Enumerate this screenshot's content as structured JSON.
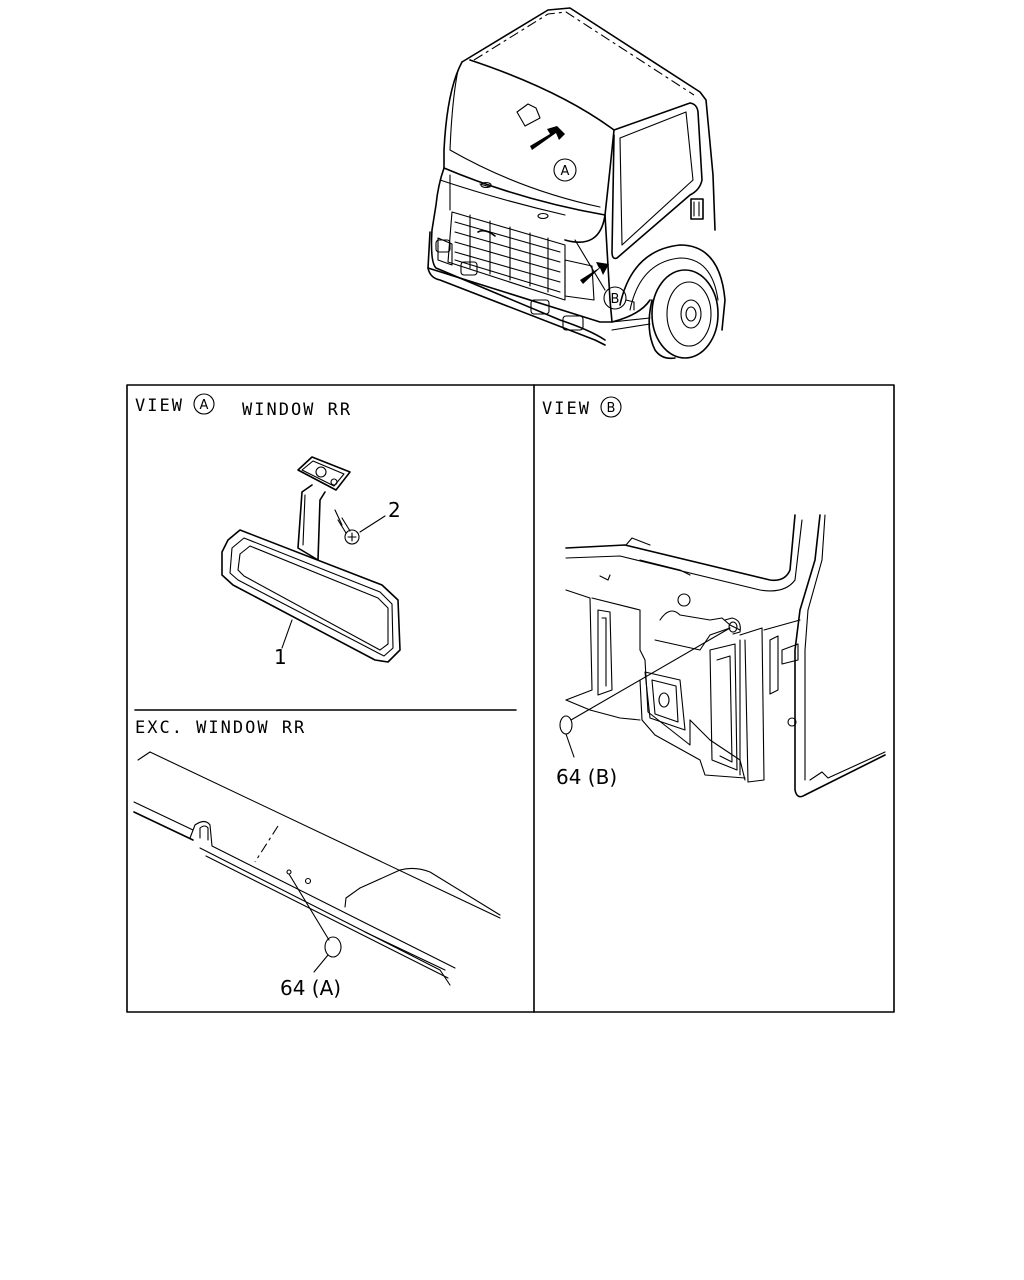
{
  "overview": {
    "arrow_a_label": "A",
    "arrow_b_label": "B"
  },
  "panel_view_a": {
    "view_word": "VIEW",
    "view_letter": "A",
    "subtitle": "WINDOW RR",
    "callout_1": "1",
    "callout_2": "2"
  },
  "panel_exc": {
    "title": "EXC. WINDOW RR",
    "callout": "64 (A)"
  },
  "panel_view_b": {
    "view_word": "VIEW",
    "view_letter": "B",
    "callout": "64 (B)"
  }
}
